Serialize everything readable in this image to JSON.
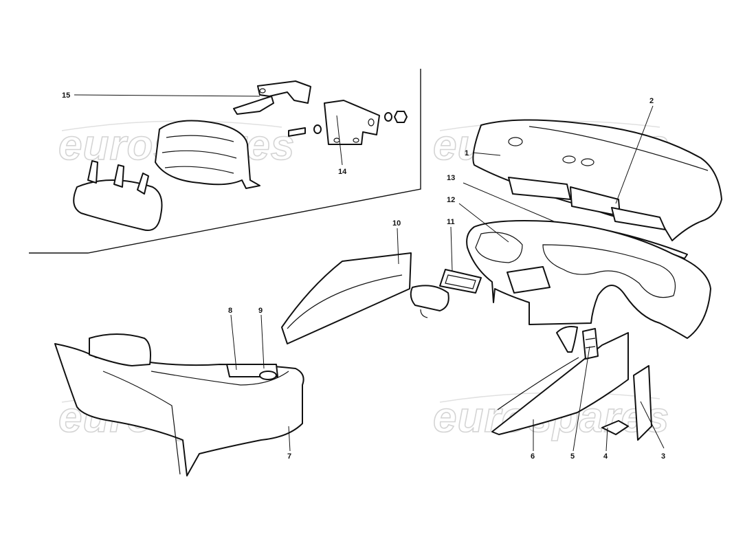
{
  "watermark": {
    "text": "eurospares"
  },
  "callouts": [
    "1",
    "2",
    "3",
    "4",
    "5",
    "6",
    "7",
    "8",
    "9",
    "10",
    "11",
    "12",
    "13",
    "14",
    "15"
  ],
  "colors": {
    "line": "#111111",
    "background": "#ffffff",
    "watermark": "#d4d4d4"
  }
}
